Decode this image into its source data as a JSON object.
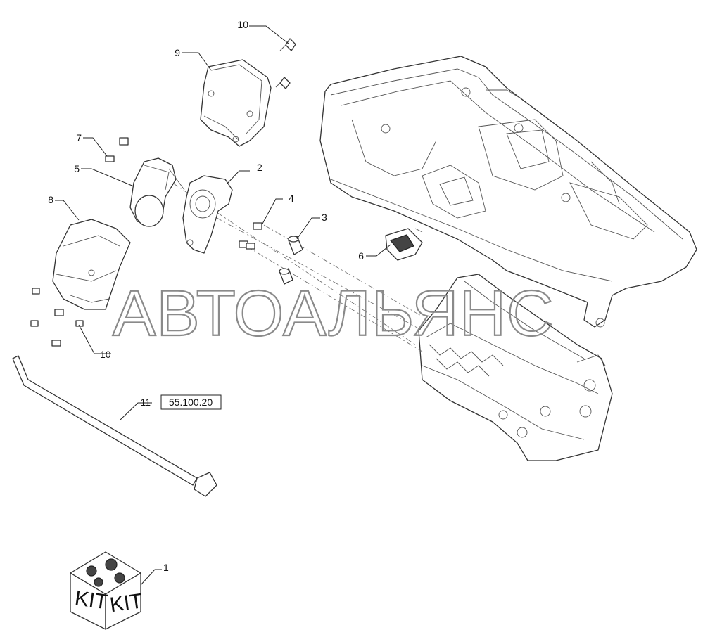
{
  "callouts": [
    {
      "id": "c1",
      "label": "1"
    },
    {
      "id": "c2",
      "label": "2"
    },
    {
      "id": "c3",
      "label": "3"
    },
    {
      "id": "c4",
      "label": "4"
    },
    {
      "id": "c5",
      "label": "5"
    },
    {
      "id": "c6",
      "label": "6"
    },
    {
      "id": "c7",
      "label": "7"
    },
    {
      "id": "c8",
      "label": "8"
    },
    {
      "id": "c9",
      "label": "9"
    },
    {
      "id": "c10a",
      "label": "10"
    },
    {
      "id": "c10b",
      "label": "10"
    },
    {
      "id": "c11",
      "label": "11"
    }
  ],
  "reference_box": "55.100.20",
  "watermark": "АВТОАЛЬЯНС",
  "kit": {
    "left_label": "KIT",
    "right_label": "KIT"
  }
}
